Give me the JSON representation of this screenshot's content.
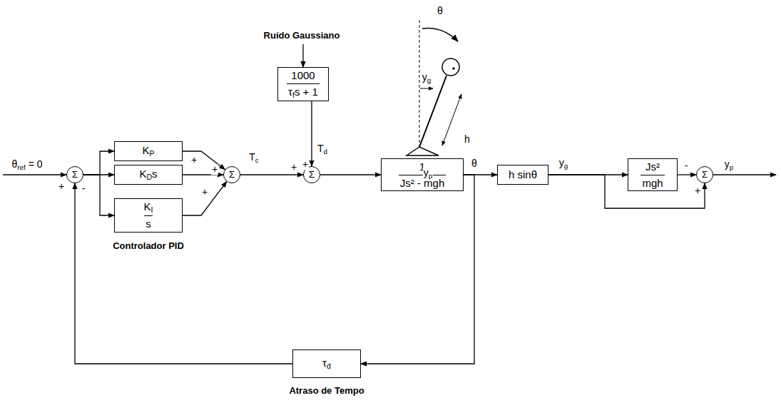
{
  "diagram": {
    "nodes": [
      {
        "text": [
          "Σ"
        ]
      },
      {
        "text": [
          "KP"
        ]
      },
      {
        "text": [
          "KDs"
        ]
      },
      {
        "text": [
          "KI",
          "s"
        ]
      },
      {
        "text": [
          "Σ"
        ]
      },
      {
        "text": [
          "1000",
          "τfs + 1"
        ]
      },
      {
        "text": [
          "Σ"
        ]
      },
      {
        "text": [
          "1",
          "Js² - mgh"
        ]
      },
      {
        "text": [
          "h sinθ"
        ]
      },
      {
        "text": [
          "Js²",
          "mgh"
        ]
      },
      {
        "text": [
          "Σ"
        ]
      },
      {
        "text": [
          "τd"
        ]
      }
    ],
    "edges": [
      {
        "from": 0,
        "to": 1,
        "arrow": "to"
      },
      {
        "from": 0,
        "to": 2,
        "arrow": "to"
      },
      {
        "from": 0,
        "to": 3,
        "arrow": "to"
      },
      {
        "from": 1,
        "to": 4,
        "arrow": "to"
      },
      {
        "from": 2,
        "to": 4,
        "arrow": "to"
      },
      {
        "from": 3,
        "to": 4,
        "arrow": "to"
      },
      {
        "from": 4,
        "to": 6,
        "label": "Tc",
        "arrow": "to"
      },
      {
        "from": 5,
        "to": 6,
        "label": "Td",
        "arrow": "to"
      },
      {
        "from": 6,
        "to": 7,
        "arrow": "to"
      },
      {
        "from": 7,
        "to": 8,
        "label": "θ",
        "arrow": "to"
      },
      {
        "from": 8,
        "to": 9,
        "label": "yg",
        "arrow": "to"
      },
      {
        "from": 8,
        "to": 10,
        "arrow": "to"
      },
      {
        "from": 9,
        "to": 10,
        "arrow": "to"
      },
      {
        "from": 7,
        "to": 11,
        "arrow": "to"
      },
      {
        "from": 11,
        "to": 0,
        "arrow": "to"
      }
    ],
    "labels": [
      "Ruído Gaussiano",
      "θref = 0",
      "+",
      "-",
      "+",
      "+",
      "+",
      "Controlador PID",
      "+",
      "+",
      "-",
      "+",
      "yp",
      "Atraso de Tempo",
      "θ",
      "yg",
      "h",
      "yp"
    ]
  }
}
